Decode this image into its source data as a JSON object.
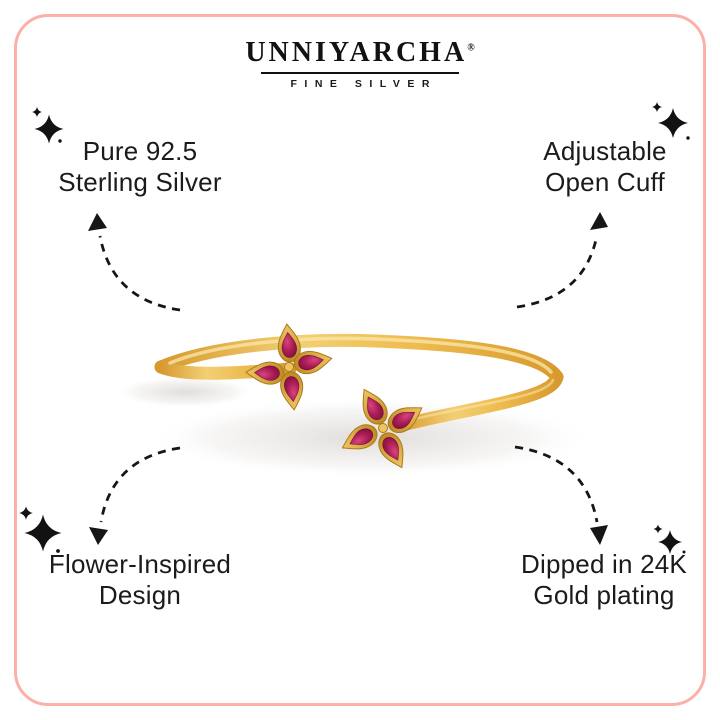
{
  "brand": {
    "name": "UNNIYARCHA",
    "registered": "®",
    "tagline": "FINE SILVER"
  },
  "features": {
    "top_left": {
      "line1": "Pure 92.5",
      "line2": "Sterling Silver"
    },
    "top_right": {
      "line1": "Adjustable",
      "line2": "Open Cuff"
    },
    "bottom_left": {
      "line1": "Flower-Inspired",
      "line2": "Design"
    },
    "bottom_right": {
      "line1": "Dipped in 24K",
      "line2": "Gold plating"
    }
  },
  "icons": {
    "sparkle": "sparkle-icon",
    "arrow": "dashed-curved-arrow"
  },
  "colors": {
    "background": "#ffffff",
    "frame_border": "#fbb0aa",
    "text": "#1b1b1b",
    "arrow": "#161616",
    "gold_light": "#f7dd92",
    "gold_mid": "#e6b24a",
    "gold_dark": "#c08a26",
    "stone_light": "#d6457f",
    "stone_mid": "#a81b54",
    "stone_dark": "#750d3a"
  }
}
